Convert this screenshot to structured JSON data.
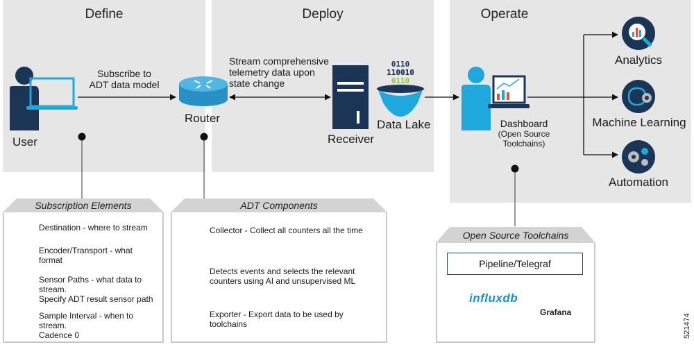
{
  "phases": {
    "define": "Define",
    "deploy": "Deploy",
    "operate": "Operate"
  },
  "flow": {
    "user": "User",
    "subscribe_line1": "Subscribe to",
    "subscribe_line2": "ADT data model",
    "router": "Router",
    "stream_line1": "Stream comprehensive",
    "stream_line2": "telemetry data upon",
    "stream_line3": "state change",
    "receiver": "Receiver",
    "data_lake": "Data Lake",
    "data_lake_bits": [
      "0110",
      "110010",
      "0110"
    ],
    "dashboard": "Dashboard",
    "dashboard_sub1": "(Open Source",
    "dashboard_sub2": "Toolchains)"
  },
  "outputs": {
    "analytics": "Analytics",
    "machine_learning": "Machine Learning",
    "automation": "Automation"
  },
  "subscription_elements": {
    "title": "Subscription Elements",
    "items": [
      {
        "icon": "destination-icon",
        "lines": [
          "Destination - where to stream"
        ]
      },
      {
        "icon": "encoder-icon",
        "lines": [
          "Encoder/Transport - what",
          "format"
        ]
      },
      {
        "icon": "sensor-path-icon",
        "lines": [
          "Sensor Paths - what data to",
          "stream.",
          "Specify ADT result sensor path"
        ]
      },
      {
        "icon": "sample-interval-icon",
        "lines": [
          "Sample Interval - when to",
          "stream.",
          "Cadence 0"
        ]
      }
    ]
  },
  "adt_components": {
    "title": "ADT Components",
    "items": [
      {
        "icon": "collector-icon",
        "text": "Collector - Collect all counters all the time"
      },
      {
        "icon": "detector-icon",
        "lines": [
          "Detects events and selects the relevant",
          "counters using AI and unsupervised ML"
        ]
      },
      {
        "icon": "exporter-icon",
        "lines": [
          "Exporter - Export data to be used by",
          "toolchains"
        ]
      }
    ]
  },
  "open_source_toolchains": {
    "title": "Open Source Toolchains",
    "pipeline": "Pipeline/Telegraf",
    "influxdb": "influxdb",
    "grafana": "Grafana"
  },
  "figure_id": "521474",
  "colors": {
    "navy": "#1b3556",
    "cyan": "#1fa8dc",
    "panel": "#e6e6e6",
    "router": "#3aa7d8",
    "green": "#8cc63f"
  }
}
